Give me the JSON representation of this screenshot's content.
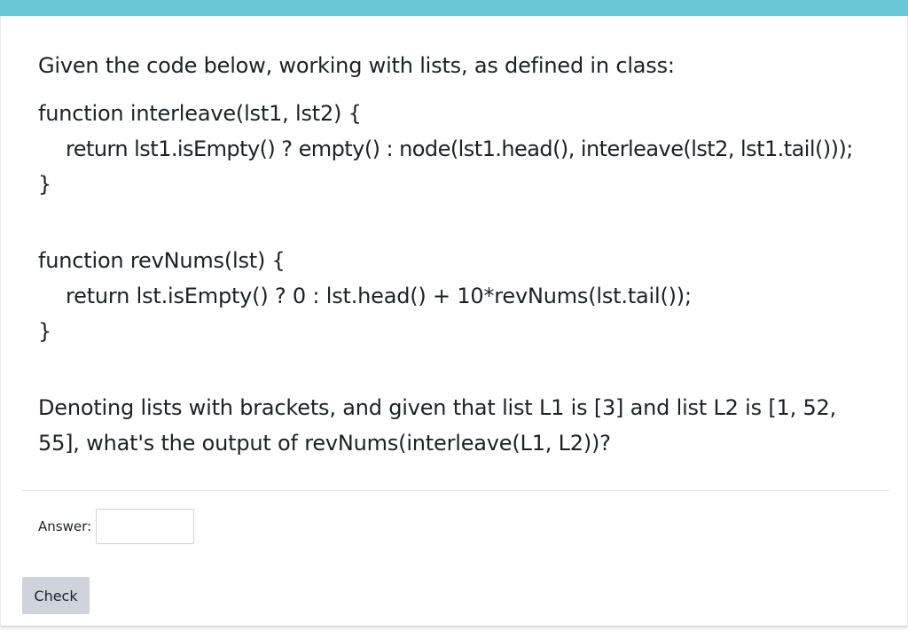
{
  "question": {
    "intro": "Given the code below, working with lists, as defined in class:",
    "code1": {
      "line1": "function interleave(lst1, lst2) {",
      "line2": "return lst1.isEmpty() ? empty() : node(lst1.head(), interleave(lst2, lst1.tail()));",
      "line3": "}"
    },
    "code2": {
      "line1": "function revNums(lst) {",
      "line2": "return lst.isEmpty() ? 0 : lst.head() + 10*revNums(lst.tail());",
      "line3": "}"
    },
    "prompt": "Denoting lists with brackets, and given that list L1 is [3] and list L2 is [1, 52, 55], what's the output of revNums(interleave(L1, L2))?"
  },
  "answer": {
    "label": "Answer:",
    "value": ""
  },
  "check_button": {
    "label": "Check"
  },
  "colors": {
    "top_bar": "#6bc8d6",
    "button_bg": "#ced4da"
  }
}
